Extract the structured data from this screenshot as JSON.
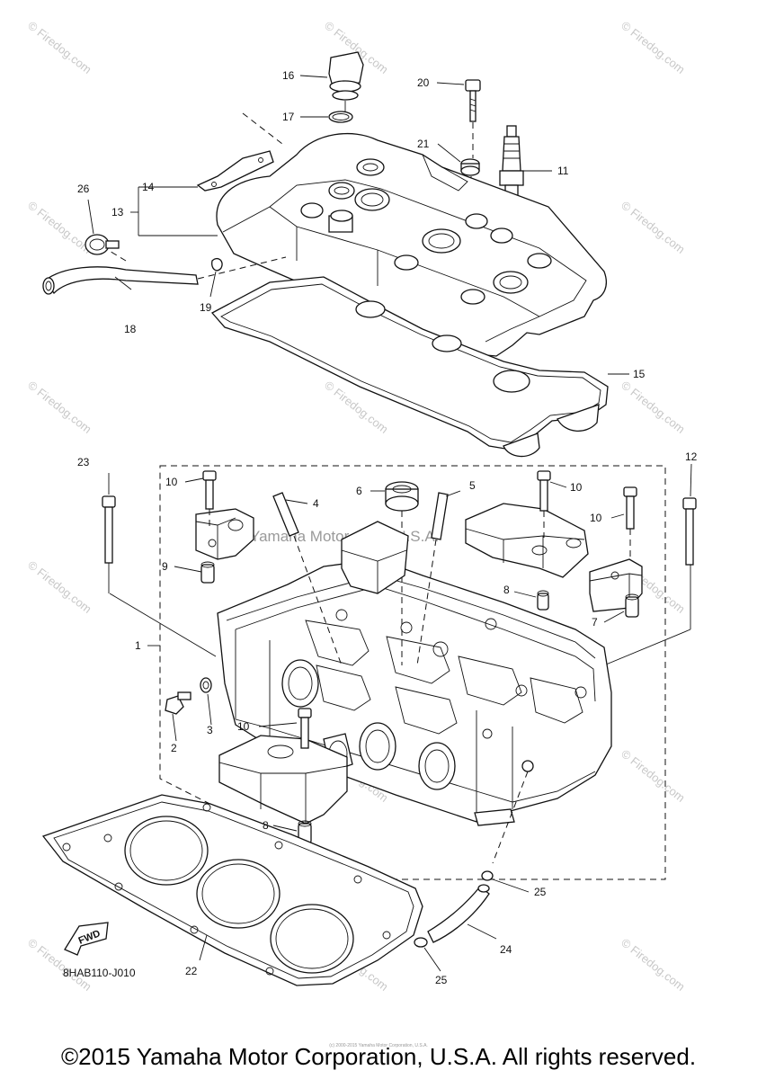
{
  "callouts": {
    "c1": "1",
    "c2": "2",
    "c3": "3",
    "c4": "4",
    "c5": "5",
    "c6": "6",
    "c7": "7",
    "c8a": "8",
    "c8b": "8",
    "c9": "9",
    "c10a": "10",
    "c10b": "10",
    "c10c": "10",
    "c10d": "10",
    "c11": "11",
    "c12": "12",
    "c13": "13",
    "c14": "14",
    "c15": "15",
    "c16": "16",
    "c17": "17",
    "c18": "18",
    "c19": "19",
    "c20": "20",
    "c21": "21",
    "c22": "22",
    "c23": "23",
    "c24": "24",
    "c25a": "25",
    "c25b": "25",
    "c26": "26"
  },
  "diagram_code": "8HAB110-J010",
  "fwd_label": "FWD",
  "watermarks": {
    "firedog": "© Firedog.com",
    "center": "Yamaha Motor Corp. U.S.A."
  },
  "footer": {
    "copyright": "©2015 Yamaha Motor Corporation, U.S.A. All rights reserved.",
    "tiny_note": "(c) 2000-2015 Yamaha Motor Corporation, U.S.A."
  }
}
